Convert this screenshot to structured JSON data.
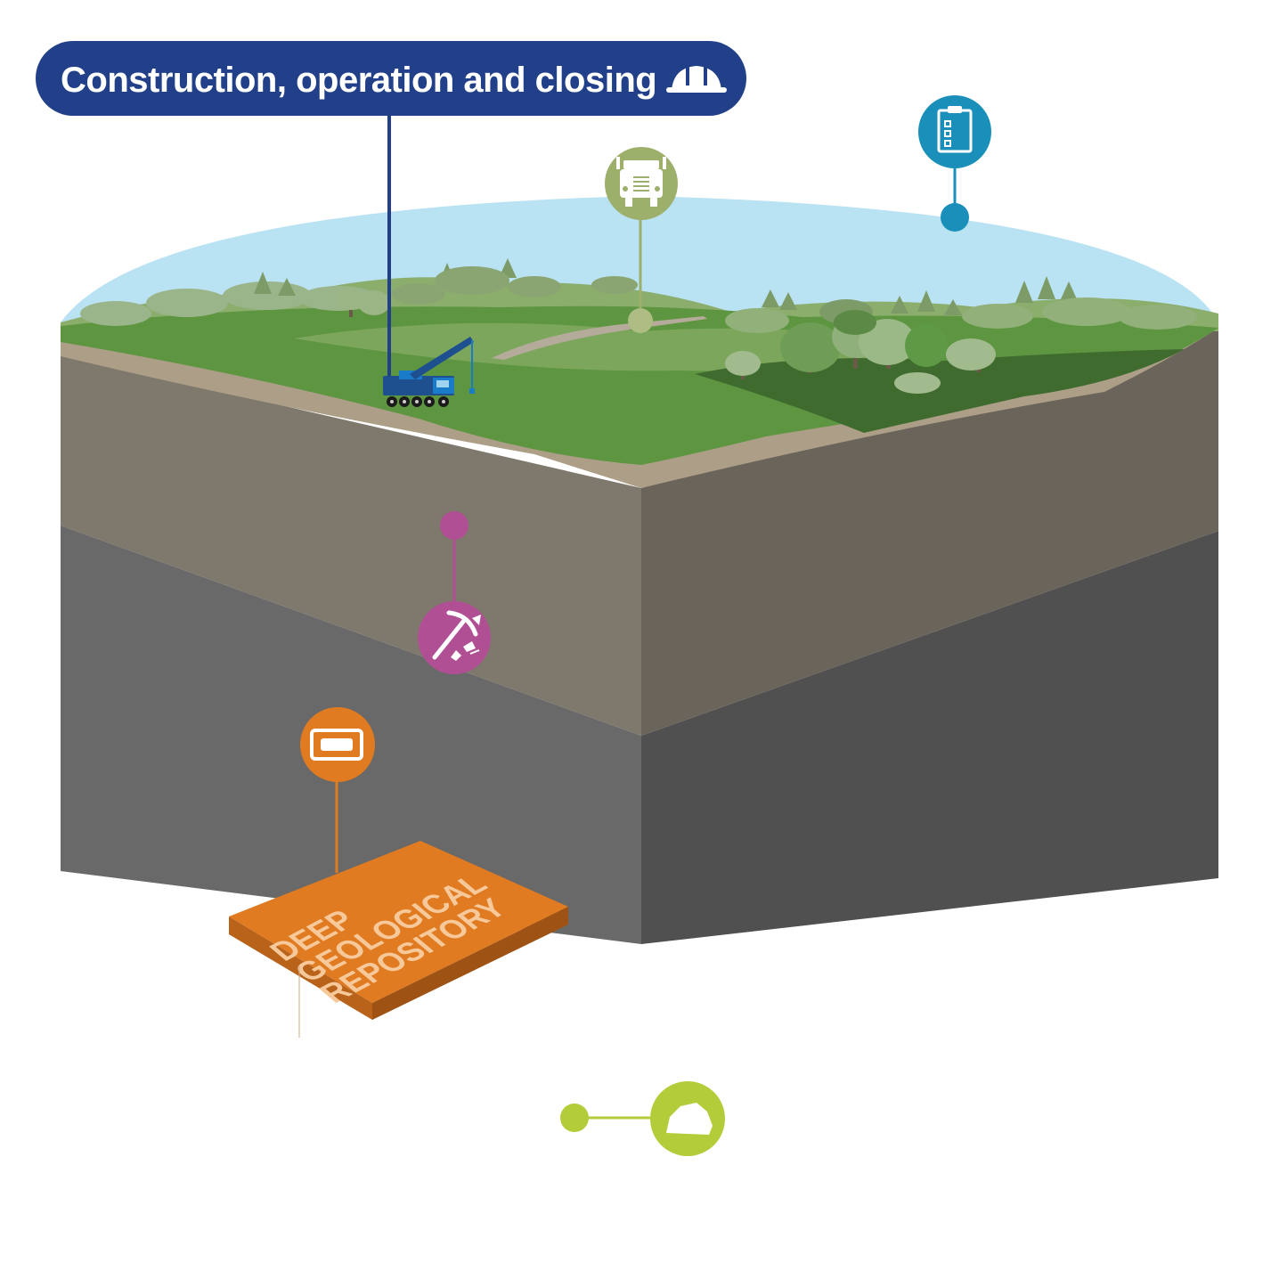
{
  "header": {
    "title": "Construction, operation and closing",
    "icon": "hard-hat-icon"
  },
  "repository": {
    "lines": [
      "DEEP",
      "GEOLOGICAL",
      "REPOSITORY"
    ]
  },
  "markers": [
    {
      "name": "truck-icon",
      "color": "#9caf6b"
    },
    {
      "name": "clipboard-checklist-icon",
      "color": "#1a8fba"
    },
    {
      "name": "pickaxe-icon",
      "color": "#b04f93"
    },
    {
      "name": "container-icon",
      "color": "#e07b22"
    },
    {
      "name": "rock-icon",
      "color": "#b3cc3a"
    }
  ],
  "colors": {
    "header_bg": "#22408a",
    "sky": "#b9e2f3",
    "grass": "#5e9541",
    "soil_front": "#7f786d",
    "soil_side": "#6a645b",
    "rock_front": "#686968",
    "rock_side": "#4f504f",
    "repository": "#e07b22"
  }
}
